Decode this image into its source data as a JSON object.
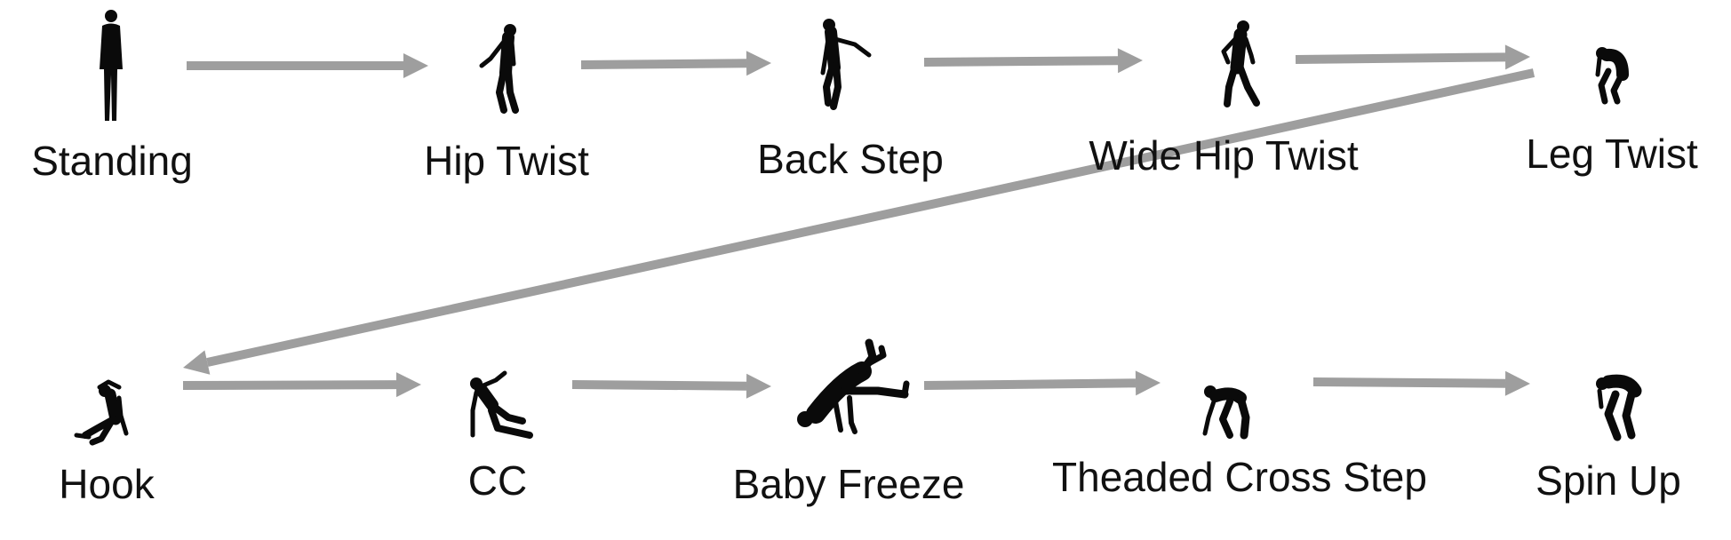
{
  "colors": {
    "arrow": "#9e9e9e",
    "figure": "#0a0a0a",
    "text": "#111111",
    "background": "#ffffff"
  },
  "moves": [
    {
      "id": "standing",
      "label": "Standing",
      "icon": "standing-figure-icon"
    },
    {
      "id": "hip-twist",
      "label": "Hip Twist",
      "icon": "hip-twist-figure-icon"
    },
    {
      "id": "back-step",
      "label": "Back Step",
      "icon": "back-step-figure-icon"
    },
    {
      "id": "wide-hip-twist",
      "label": "Wide Hip Twist",
      "icon": "wide-hip-twist-figure-icon"
    },
    {
      "id": "leg-twist",
      "label": "Leg Twist",
      "icon": "leg-twist-figure-icon"
    },
    {
      "id": "hook",
      "label": "Hook",
      "icon": "hook-figure-icon"
    },
    {
      "id": "cc",
      "label": "CC",
      "icon": "cc-figure-icon"
    },
    {
      "id": "baby-freeze",
      "label": "Baby Freeze",
      "icon": "baby-freeze-figure-icon"
    },
    {
      "id": "theaded-cross-step",
      "label": "Theaded Cross Step",
      "icon": "cross-step-figure-icon"
    },
    {
      "id": "spin-up",
      "label": "Spin Up",
      "icon": "spin-up-figure-icon"
    }
  ],
  "transitions": [
    {
      "from": "standing",
      "to": "hip-twist"
    },
    {
      "from": "hip-twist",
      "to": "back-step"
    },
    {
      "from": "back-step",
      "to": "wide-hip-twist"
    },
    {
      "from": "wide-hip-twist",
      "to": "leg-twist"
    },
    {
      "from": "leg-twist",
      "to": "hook"
    },
    {
      "from": "hook",
      "to": "cc"
    },
    {
      "from": "cc",
      "to": "baby-freeze"
    },
    {
      "from": "baby-freeze",
      "to": "theaded-cross-step"
    },
    {
      "from": "theaded-cross-step",
      "to": "spin-up"
    }
  ]
}
